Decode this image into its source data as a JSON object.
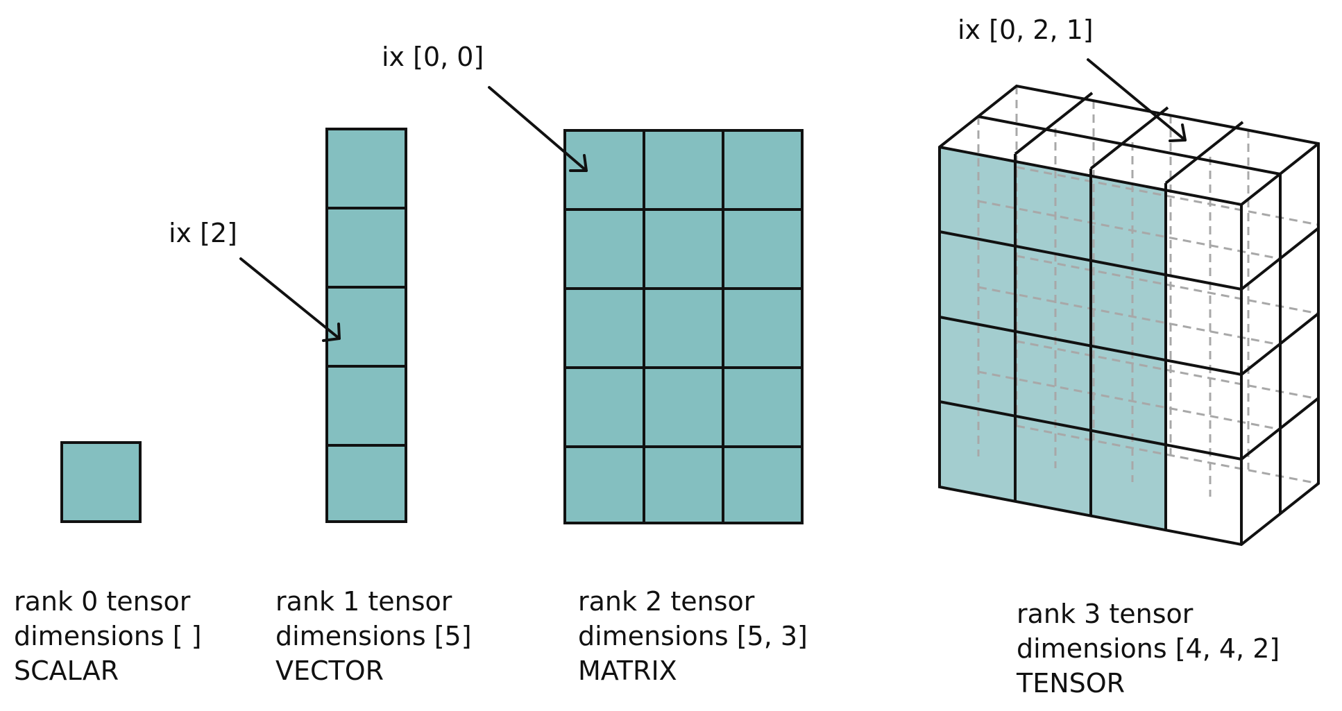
{
  "colors": {
    "cell_fill": "#84bfc0",
    "front_face_fill": "#a3cdcf",
    "line": "#111111",
    "hidden_edge": "#a8a8a8",
    "background": "#ffffff"
  },
  "panels": {
    "scalar": {
      "shape": [],
      "caption": [
        "rank 0 tensor",
        "dimensions [ ]",
        "SCALAR"
      ]
    },
    "vector": {
      "shape": [
        5
      ],
      "highlight_index": [
        2
      ],
      "callout": "ix [2]",
      "caption": [
        "rank 1 tensor",
        "dimensions [5]",
        "VECTOR"
      ]
    },
    "matrix": {
      "shape": [
        5,
        3
      ],
      "highlight_index": [
        0,
        0
      ],
      "callout": "ix [0, 0]",
      "caption": [
        "rank 2 tensor",
        "dimensions [5, 3]",
        "MATRIX"
      ]
    },
    "tensor": {
      "shape": [
        4,
        4,
        2
      ],
      "highlight_index": [
        0,
        2,
        1
      ],
      "callout": "ix [0, 2, 1]",
      "caption": [
        "rank 3 tensor",
        "dimensions [4, 4, 2]",
        "TENSOR"
      ]
    }
  }
}
